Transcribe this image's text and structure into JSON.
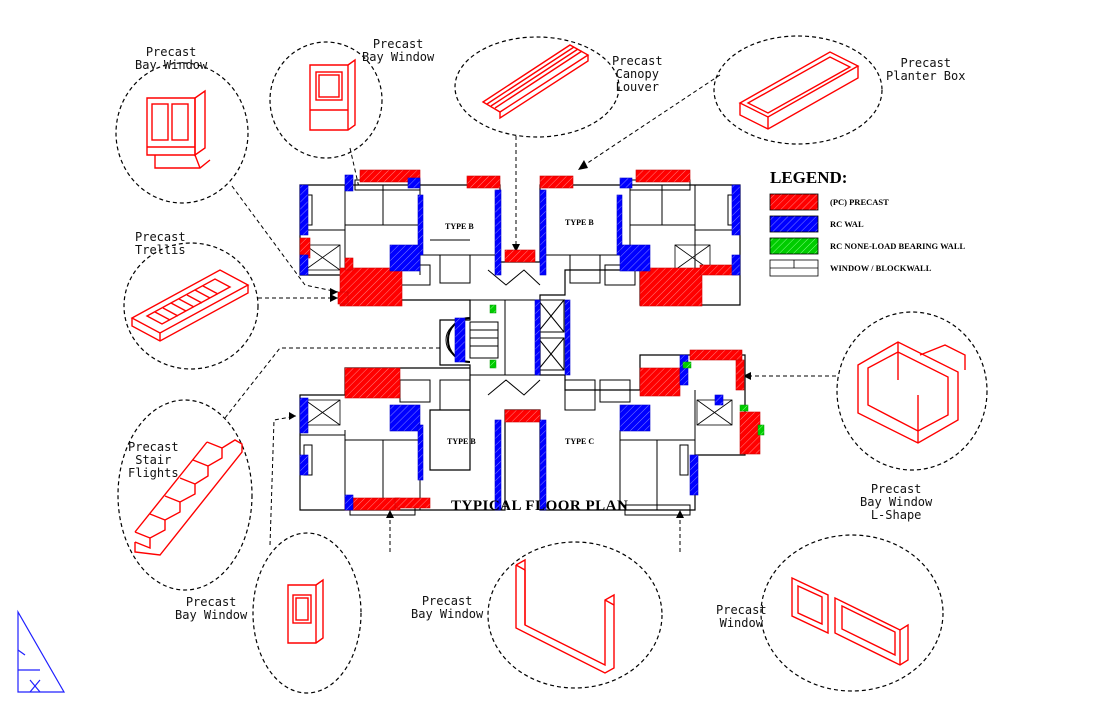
{
  "colors": {
    "precast": "#ff0000",
    "rc_wall": "#0000ff",
    "rc_non_load_bearing": "#00cc00",
    "line": "#000000"
  },
  "title": "TYPICAL FLOOR PLAN",
  "units": {
    "tl": "TYPE B",
    "tr": "TYPE B",
    "bl": "TYPE B",
    "br": "TYPE C"
  },
  "legend": {
    "title": "LEGEND:",
    "items": [
      {
        "label": "(PC) PRECAST",
        "color": "#ff0000",
        "icon": "hatch-swatch"
      },
      {
        "label": "RC WAL",
        "color": "#0000ff",
        "icon": "hatch-swatch"
      },
      {
        "label": "RC NONE-LOAD BEARING WALL",
        "color": "#00cc00",
        "icon": "hatch-swatch"
      },
      {
        "label": "WINDOW / BLOCKWALL",
        "color": "#000000",
        "icon": "window-swatch"
      }
    ]
  },
  "callouts": {
    "bay_window_1": "Precast\nBay Window",
    "bay_window_2": "Precast\nBay Window",
    "canopy_louver": "Precast\nCanopy\nLouver",
    "planter_box": "Precast\nPlanter Box",
    "trellis": "Precast\nTrellis",
    "stair_flights": "Precast\nStair\nFlights",
    "bay_window_3": "Precast\nBay Window",
    "bay_window_4": "Precast\nBay Window",
    "bay_window_lshape": "Precast\nBay Window\nL-Shape",
    "window": "Precast\nWindow"
  }
}
